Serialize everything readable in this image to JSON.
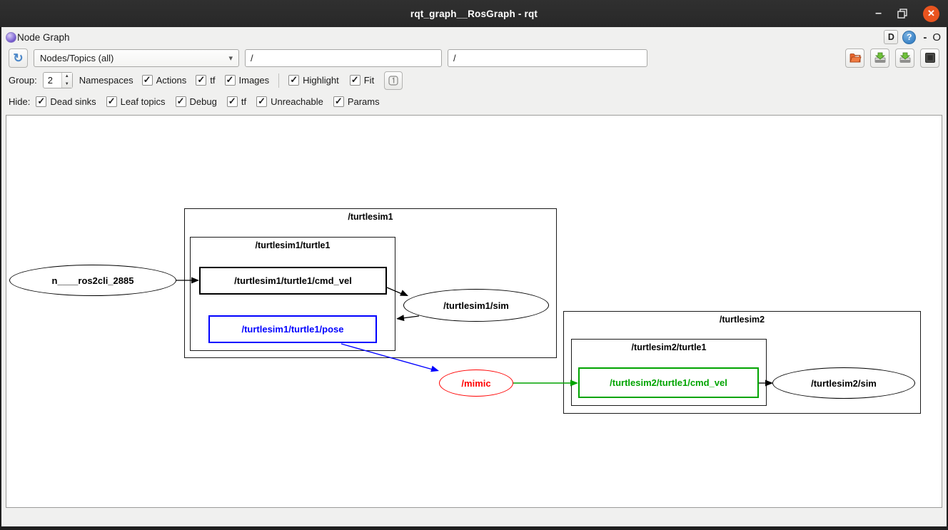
{
  "window": {
    "title": "rqt_graph__RosGraph - rqt",
    "minimize_glyph": "–",
    "close_glyph": "✕"
  },
  "dock": {
    "title": "Node Graph",
    "d_button": "D",
    "help_glyph": "?",
    "minimize_glyph": "-",
    "float_glyph": "O"
  },
  "icons": {
    "refresh": "↻",
    "dropdown_arrow": "▾",
    "spin_up": "▲",
    "spin_down": "▼",
    "check": "✓"
  },
  "toolbar": {
    "graph_type_value": "Nodes/Topics (all)",
    "node_filter_value": "/",
    "topic_filter_value": "/"
  },
  "filters": {
    "group_label": "Group:",
    "group_value": "2",
    "namespaces_label": "Namespaces",
    "checkboxes": [
      {
        "label": "Actions",
        "checked": true
      },
      {
        "label": "tf",
        "checked": true
      },
      {
        "label": "Images",
        "checked": true
      },
      {
        "label": "Highlight",
        "checked": true
      },
      {
        "label": "Fit",
        "checked": true
      }
    ]
  },
  "hide": {
    "label": "Hide:",
    "checkboxes": [
      {
        "label": "Dead sinks",
        "checked": true
      },
      {
        "label": "Leaf topics",
        "checked": true
      },
      {
        "label": "Debug",
        "checked": true
      },
      {
        "label": "tf",
        "checked": true
      },
      {
        "label": "Unreachable",
        "checked": true
      },
      {
        "label": "Params",
        "checked": true
      }
    ]
  },
  "colors": {
    "black": "#000000",
    "blue": "#0000ff",
    "green": "#00a400",
    "red": "#ff0000",
    "close_button": "#e9541f",
    "titlebar": "#2c2c2c"
  },
  "graph": {
    "clusters": [
      {
        "label": "/turtlesim1"
      },
      {
        "label": "/turtlesim1/turtle1"
      },
      {
        "label": "/turtlesim2"
      },
      {
        "label": "/turtlesim2/turtle1"
      }
    ],
    "nodes": [
      {
        "label": "n____ros2cli_2885",
        "shape": "ellipse",
        "color": "#000000"
      },
      {
        "label": "/turtlesim1/turtle1/cmd_vel",
        "shape": "box",
        "color": "#000000"
      },
      {
        "label": "/turtlesim1/turtle1/pose",
        "shape": "box",
        "color": "#0000ff"
      },
      {
        "label": "/turtlesim1/sim",
        "shape": "ellipse",
        "color": "#000000"
      },
      {
        "label": "/mimic",
        "shape": "ellipse",
        "color": "#ff0000"
      },
      {
        "label": "/turtlesim2/turtle1/cmd_vel",
        "shape": "box",
        "color": "#00a400"
      },
      {
        "label": "/turtlesim2/sim",
        "shape": "ellipse",
        "color": "#000000"
      }
    ],
    "edges": [
      {
        "from": "n____ros2cli_2885",
        "to": "/turtlesim1/turtle1/cmd_vel",
        "color": "#000000"
      },
      {
        "from": "/turtlesim1/turtle1/cmd_vel",
        "to": "/turtlesim1/sim",
        "color": "#000000"
      },
      {
        "from": "/turtlesim1/sim",
        "to": "/turtlesim1/turtle1/pose",
        "color": "#000000"
      },
      {
        "from": "/turtlesim1/turtle1/pose",
        "to": "/mimic",
        "color": "#0000ff"
      },
      {
        "from": "/mimic",
        "to": "/turtlesim2/turtle1/cmd_vel",
        "color": "#00a400"
      },
      {
        "from": "/turtlesim2/turtle1/cmd_vel",
        "to": "/turtlesim2/sim",
        "color": "#000000"
      }
    ]
  }
}
